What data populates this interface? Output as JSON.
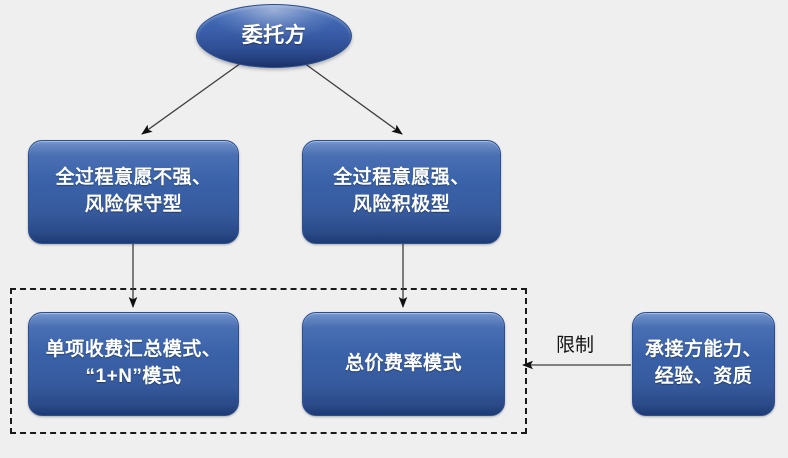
{
  "diagram": {
    "title_node": {
      "id": "client",
      "label": "委托方",
      "shape": "ellipse"
    },
    "nodes": [
      {
        "id": "weak-will",
        "label": "全过程意愿不强、\n风险保守型",
        "shape": "rounded-rect"
      },
      {
        "id": "strong-will",
        "label": "全过程意愿强、\n风险积极型",
        "shape": "rounded-rect"
      },
      {
        "id": "itemized-mode",
        "label": "单项收费汇总模式、\n“1+N”模式",
        "shape": "rounded-rect"
      },
      {
        "id": "lumpsum-mode",
        "label": "总价费率模式",
        "shape": "rounded-rect"
      },
      {
        "id": "contractor-capability",
        "label": "承接方能力、\n经验、资质",
        "shape": "rounded-rect"
      }
    ],
    "edges": [
      {
        "id": "client-to-weak-will",
        "from": "client",
        "to": "weak-will",
        "label": ""
      },
      {
        "id": "client-to-strong-will",
        "from": "client",
        "to": "strong-will",
        "label": ""
      },
      {
        "id": "weak-to-itemized",
        "from": "weak-will",
        "to": "itemized-mode",
        "label": ""
      },
      {
        "id": "strong-to-lumpsum",
        "from": "strong-will",
        "to": "lumpsum-mode",
        "label": ""
      },
      {
        "id": "capability-to-lumpsum",
        "from": "contractor-capability",
        "to": "lumpsum-mode",
        "label": "限制"
      }
    ],
    "group_region": {
      "id": "pricing-modes-group",
      "style": "dashed",
      "label": ""
    },
    "colors": {
      "background": "#efefef",
      "node_fill_light": "#6a8cc6",
      "node_fill_mid": "#3a62a9",
      "node_fill_dark": "#1d3a72",
      "node_border": "#2c4f93",
      "node_text": "#ffffff",
      "edge_stroke": "#1a1a1a",
      "dashed_border": "#1a1a1a",
      "edge_label_text": "#141414"
    }
  }
}
